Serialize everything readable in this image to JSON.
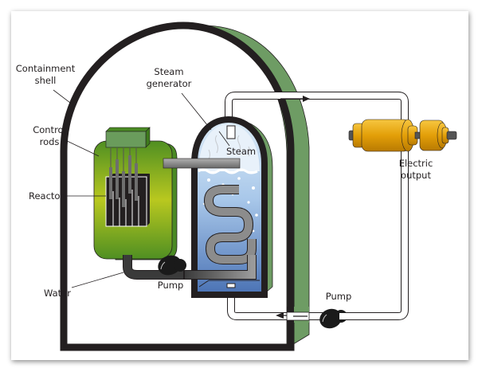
{
  "diagram": {
    "title": "Pressurized water nuclear reactor",
    "labels": {
      "containment_shell": [
        "Containment",
        "shell"
      ],
      "steam_generator": [
        "Steam",
        "generator"
      ],
      "control_rods": [
        "Control",
        "rods"
      ],
      "reactor": "Reactor",
      "steam": "Steam",
      "water": "Water",
      "pump_primary": "Pump",
      "pump_secondary": "Pump",
      "electric_output": [
        "Electric",
        "output"
      ]
    },
    "colors": {
      "shell_black": "#231f20",
      "shell_green": "#6e9c64",
      "reactor_green": "#5a9a2a",
      "reactor_highlight": "#b8c81e",
      "control_block": "#6a9c5c",
      "water_top": "#cfe3f4",
      "water_bottom": "#4f78b8",
      "pipe_gray": "#7a7a7a",
      "turbine_gold": "#e8a80c"
    },
    "flow": {
      "steam_loop_direction": "right",
      "return_loop_direction": "left"
    }
  }
}
